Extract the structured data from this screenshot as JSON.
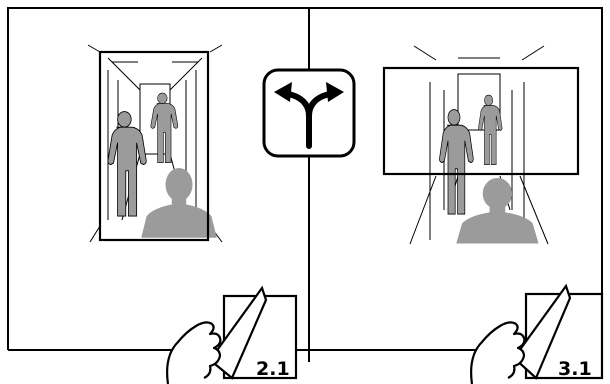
{
  "panels": [
    {
      "id": "left",
      "orientation": "portrait",
      "page_label": "2.1"
    },
    {
      "id": "right",
      "orientation": "landscape",
      "page_label": "3.1"
    }
  ],
  "center_icon": "split-arrow-icon",
  "colors": {
    "line": "#000000",
    "figure": "#9b9b9b",
    "background": "#ffffff"
  }
}
